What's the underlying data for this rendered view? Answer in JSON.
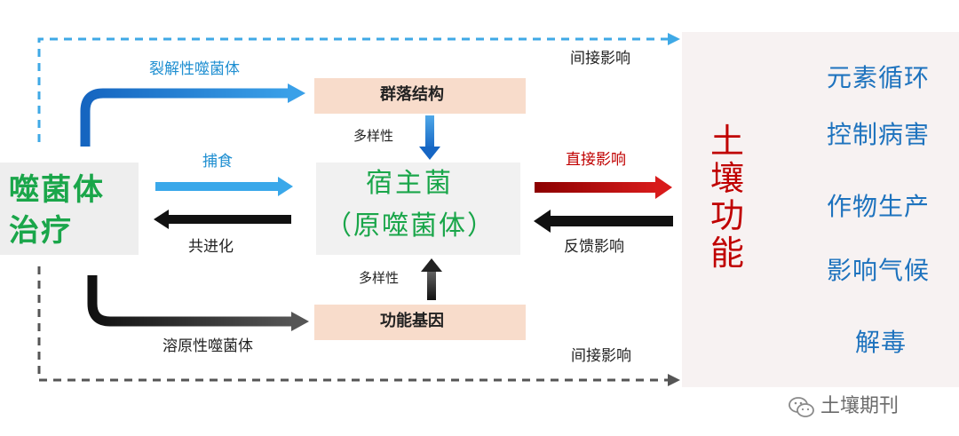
{
  "left": {
    "title_line1": "噬菌体",
    "title_line2": "治疗"
  },
  "center": {
    "host_line1": "宿主菌",
    "host_line2": "（原噬菌体）",
    "top_box": "群落结构",
    "bottom_box": "功能基因",
    "diversity_top": "多样性",
    "diversity_bottom": "多样性"
  },
  "arrows": {
    "lytic": "裂解性噬菌体",
    "predation": "捕食",
    "coevolution": "共进化",
    "lysogenic": "溶原性噬菌体",
    "indirect_top": "间接影响",
    "indirect_bottom": "间接影响",
    "direct": "直接影响",
    "feedback": "反馈影响"
  },
  "right": {
    "soil_function": [
      "土",
      "壤",
      "功",
      "能"
    ],
    "functions": [
      "元素循环",
      "控制病害",
      "作物生产",
      "影响气候",
      "解毒"
    ]
  },
  "watermark": {
    "text": "土壤期刊",
    "icon": "wechat-icon"
  },
  "colors": {
    "green": "#1aa64a",
    "blue": "#1f8fd1",
    "red": "#c00000",
    "function_blue": "#1e73be"
  }
}
